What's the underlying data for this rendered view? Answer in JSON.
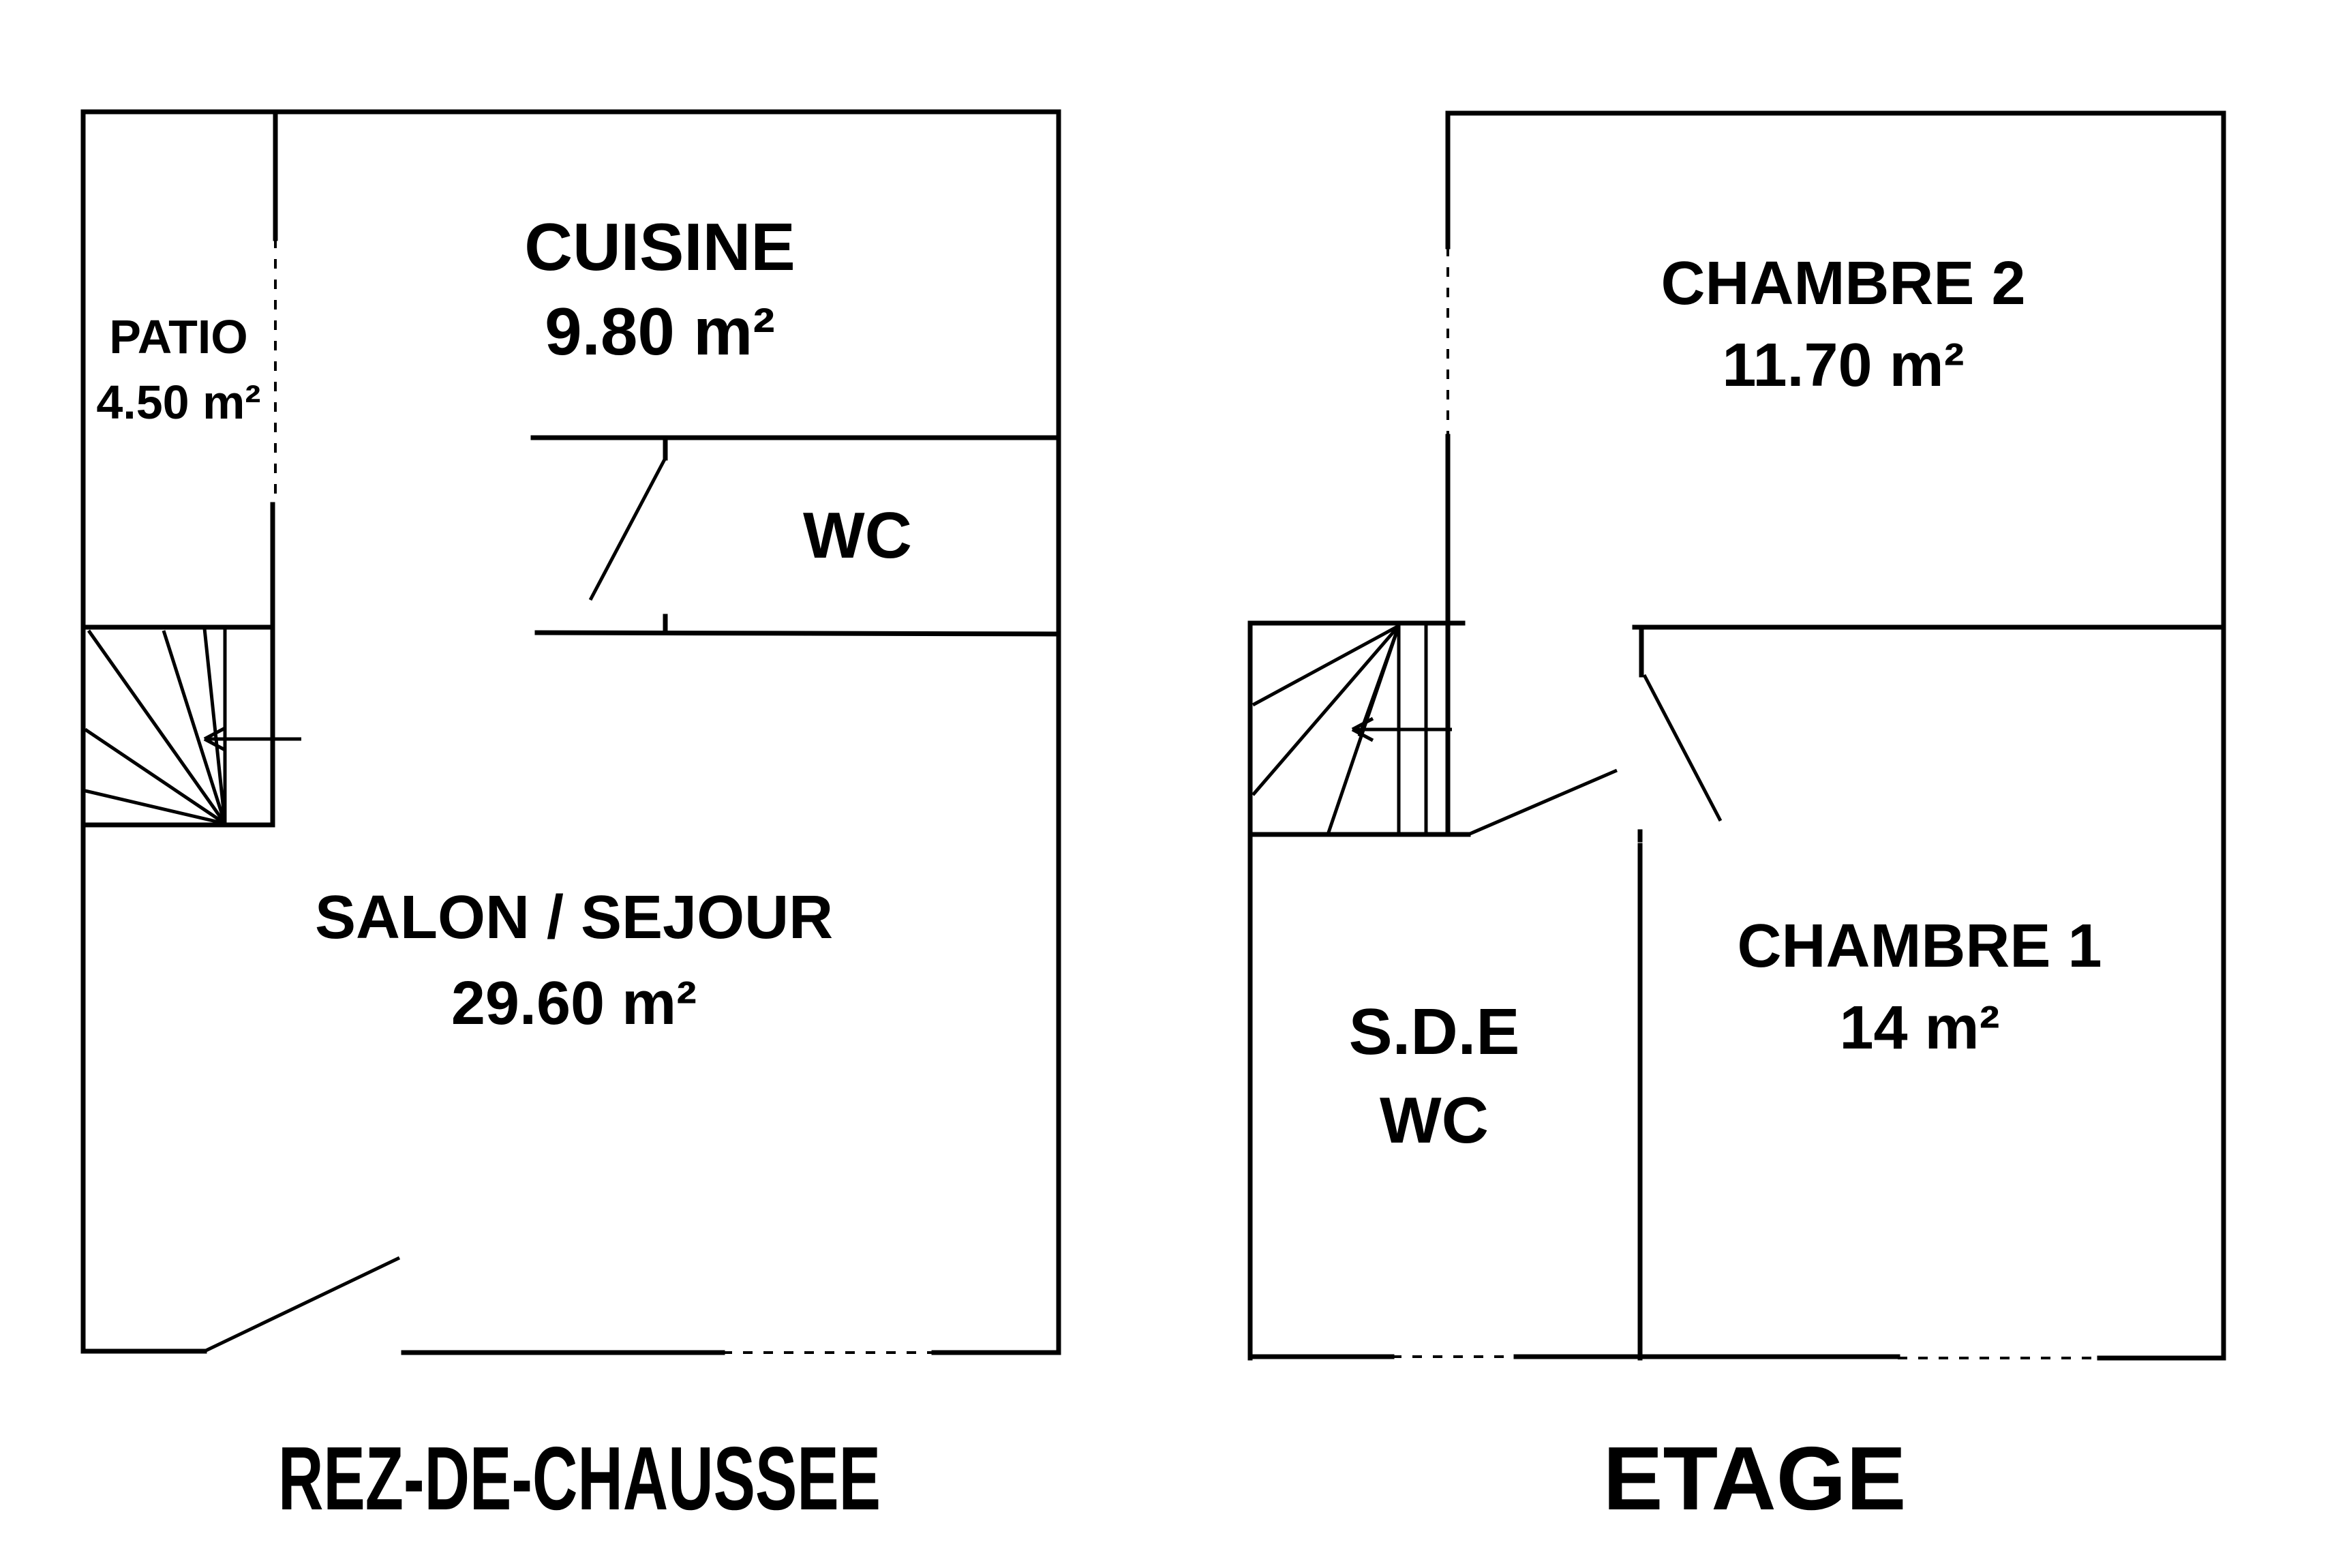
{
  "plans": {
    "ground": {
      "title": "REZ-DE-CHAUSSEE",
      "rooms": {
        "cuisine": {
          "name": "CUISINE",
          "area": "9.80 m²"
        },
        "patio": {
          "name": "PATIO",
          "area": "4.50 m²"
        },
        "wc": {
          "name": "WC"
        },
        "salon": {
          "name": "SALON / SEJOUR",
          "area": "29.60 m²"
        }
      }
    },
    "upper": {
      "title": "ETAGE",
      "rooms": {
        "chambre2": {
          "name": "CHAMBRE 2",
          "area": "11.70 m²"
        },
        "chambre1": {
          "name": "CHAMBRE 1",
          "area": "14 m²"
        },
        "sde": {
          "name": "S.D.E",
          "name2": "WC"
        }
      }
    }
  }
}
